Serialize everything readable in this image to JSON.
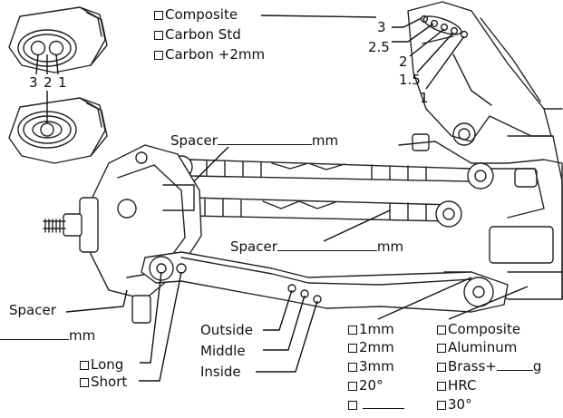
{
  "camber_material": {
    "options": [
      {
        "label": "Composite"
      },
      {
        "label": "Carbon Std"
      },
      {
        "label": "Carbon +2mm"
      }
    ]
  },
  "camber_holes": [
    "3",
    "2.5",
    "2",
    "1.5",
    "1"
  ],
  "hub_holes": [
    "3",
    "2",
    "1"
  ],
  "spacers": {
    "upper": {
      "prefix": "Spacer",
      "suffix": "mm"
    },
    "lower": {
      "prefix": "Spacer",
      "suffix": "mm"
    },
    "left": {
      "prefix": "Spacer",
      "suffix": "mm"
    }
  },
  "arm_length": {
    "options": [
      {
        "label": "Long"
      },
      {
        "label": "Short"
      }
    ]
  },
  "shock_mount": [
    "Outside",
    "Middle",
    "Inside"
  ],
  "ride_spacers": {
    "options": [
      {
        "label": "1mm"
      },
      {
        "label": "2mm"
      },
      {
        "label": "3mm"
      },
      {
        "label": "20°"
      },
      {
        "label": ""
      }
    ]
  },
  "arm_material": {
    "options": [
      {
        "label": "Composite"
      },
      {
        "label": "Aluminum"
      },
      {
        "label": "Brass+",
        "suffix": "g"
      },
      {
        "label": "HRC"
      },
      {
        "label": "30°"
      }
    ]
  }
}
